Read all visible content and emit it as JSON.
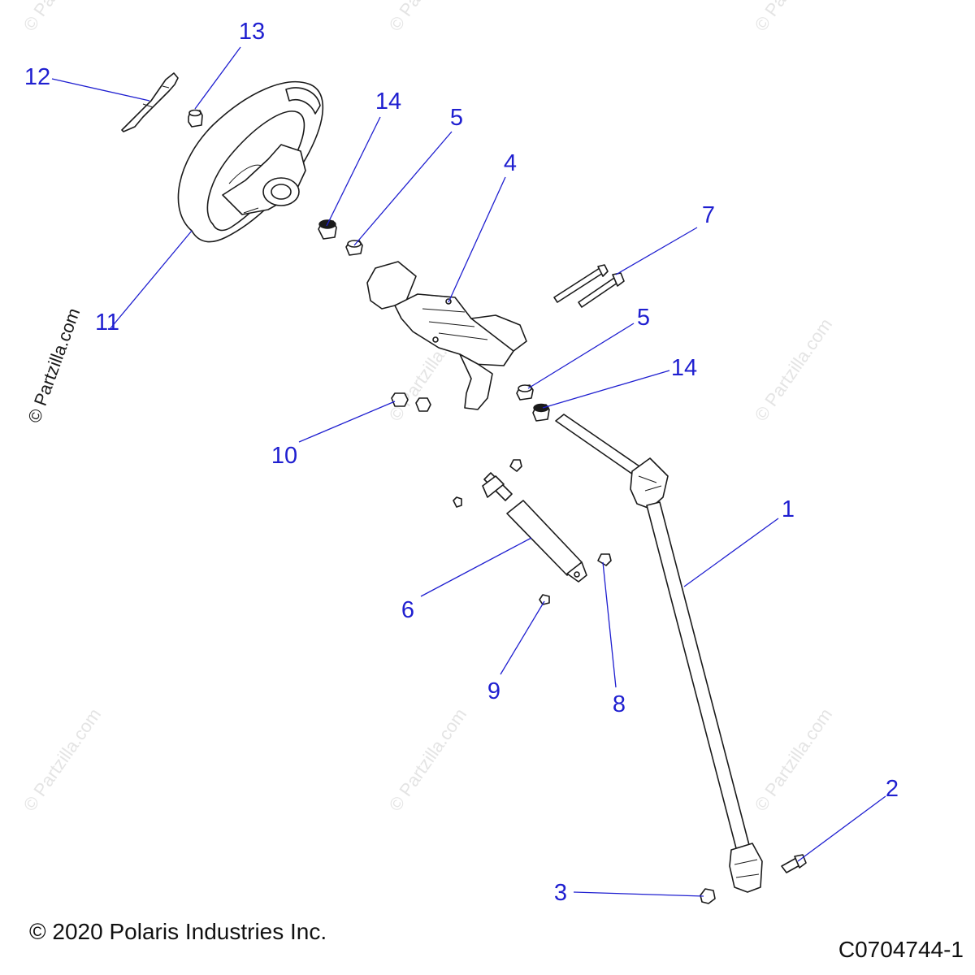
{
  "colors": {
    "callout": "#1f1fd0",
    "line": "#1a1a1a",
    "watermark": "#e4e4e4",
    "background": "#ffffff"
  },
  "watermark": {
    "text": "© Partzilla.com"
  },
  "side_watermark": {
    "text": "© Partzilla.com"
  },
  "callouts": [
    {
      "label": "13"
    },
    {
      "label": "12"
    },
    {
      "label": "14"
    },
    {
      "label": "5"
    },
    {
      "label": "4"
    },
    {
      "label": "7"
    },
    {
      "label": "11"
    },
    {
      "label": "5"
    },
    {
      "label": "14"
    },
    {
      "label": "10"
    },
    {
      "label": "1"
    },
    {
      "label": "6"
    },
    {
      "label": "9"
    },
    {
      "label": "8"
    },
    {
      "label": "2"
    },
    {
      "label": "3"
    }
  ],
  "footer": {
    "copyright": "© 2020 Polaris Industries Inc.",
    "diagram_code": "C0704744-1"
  }
}
